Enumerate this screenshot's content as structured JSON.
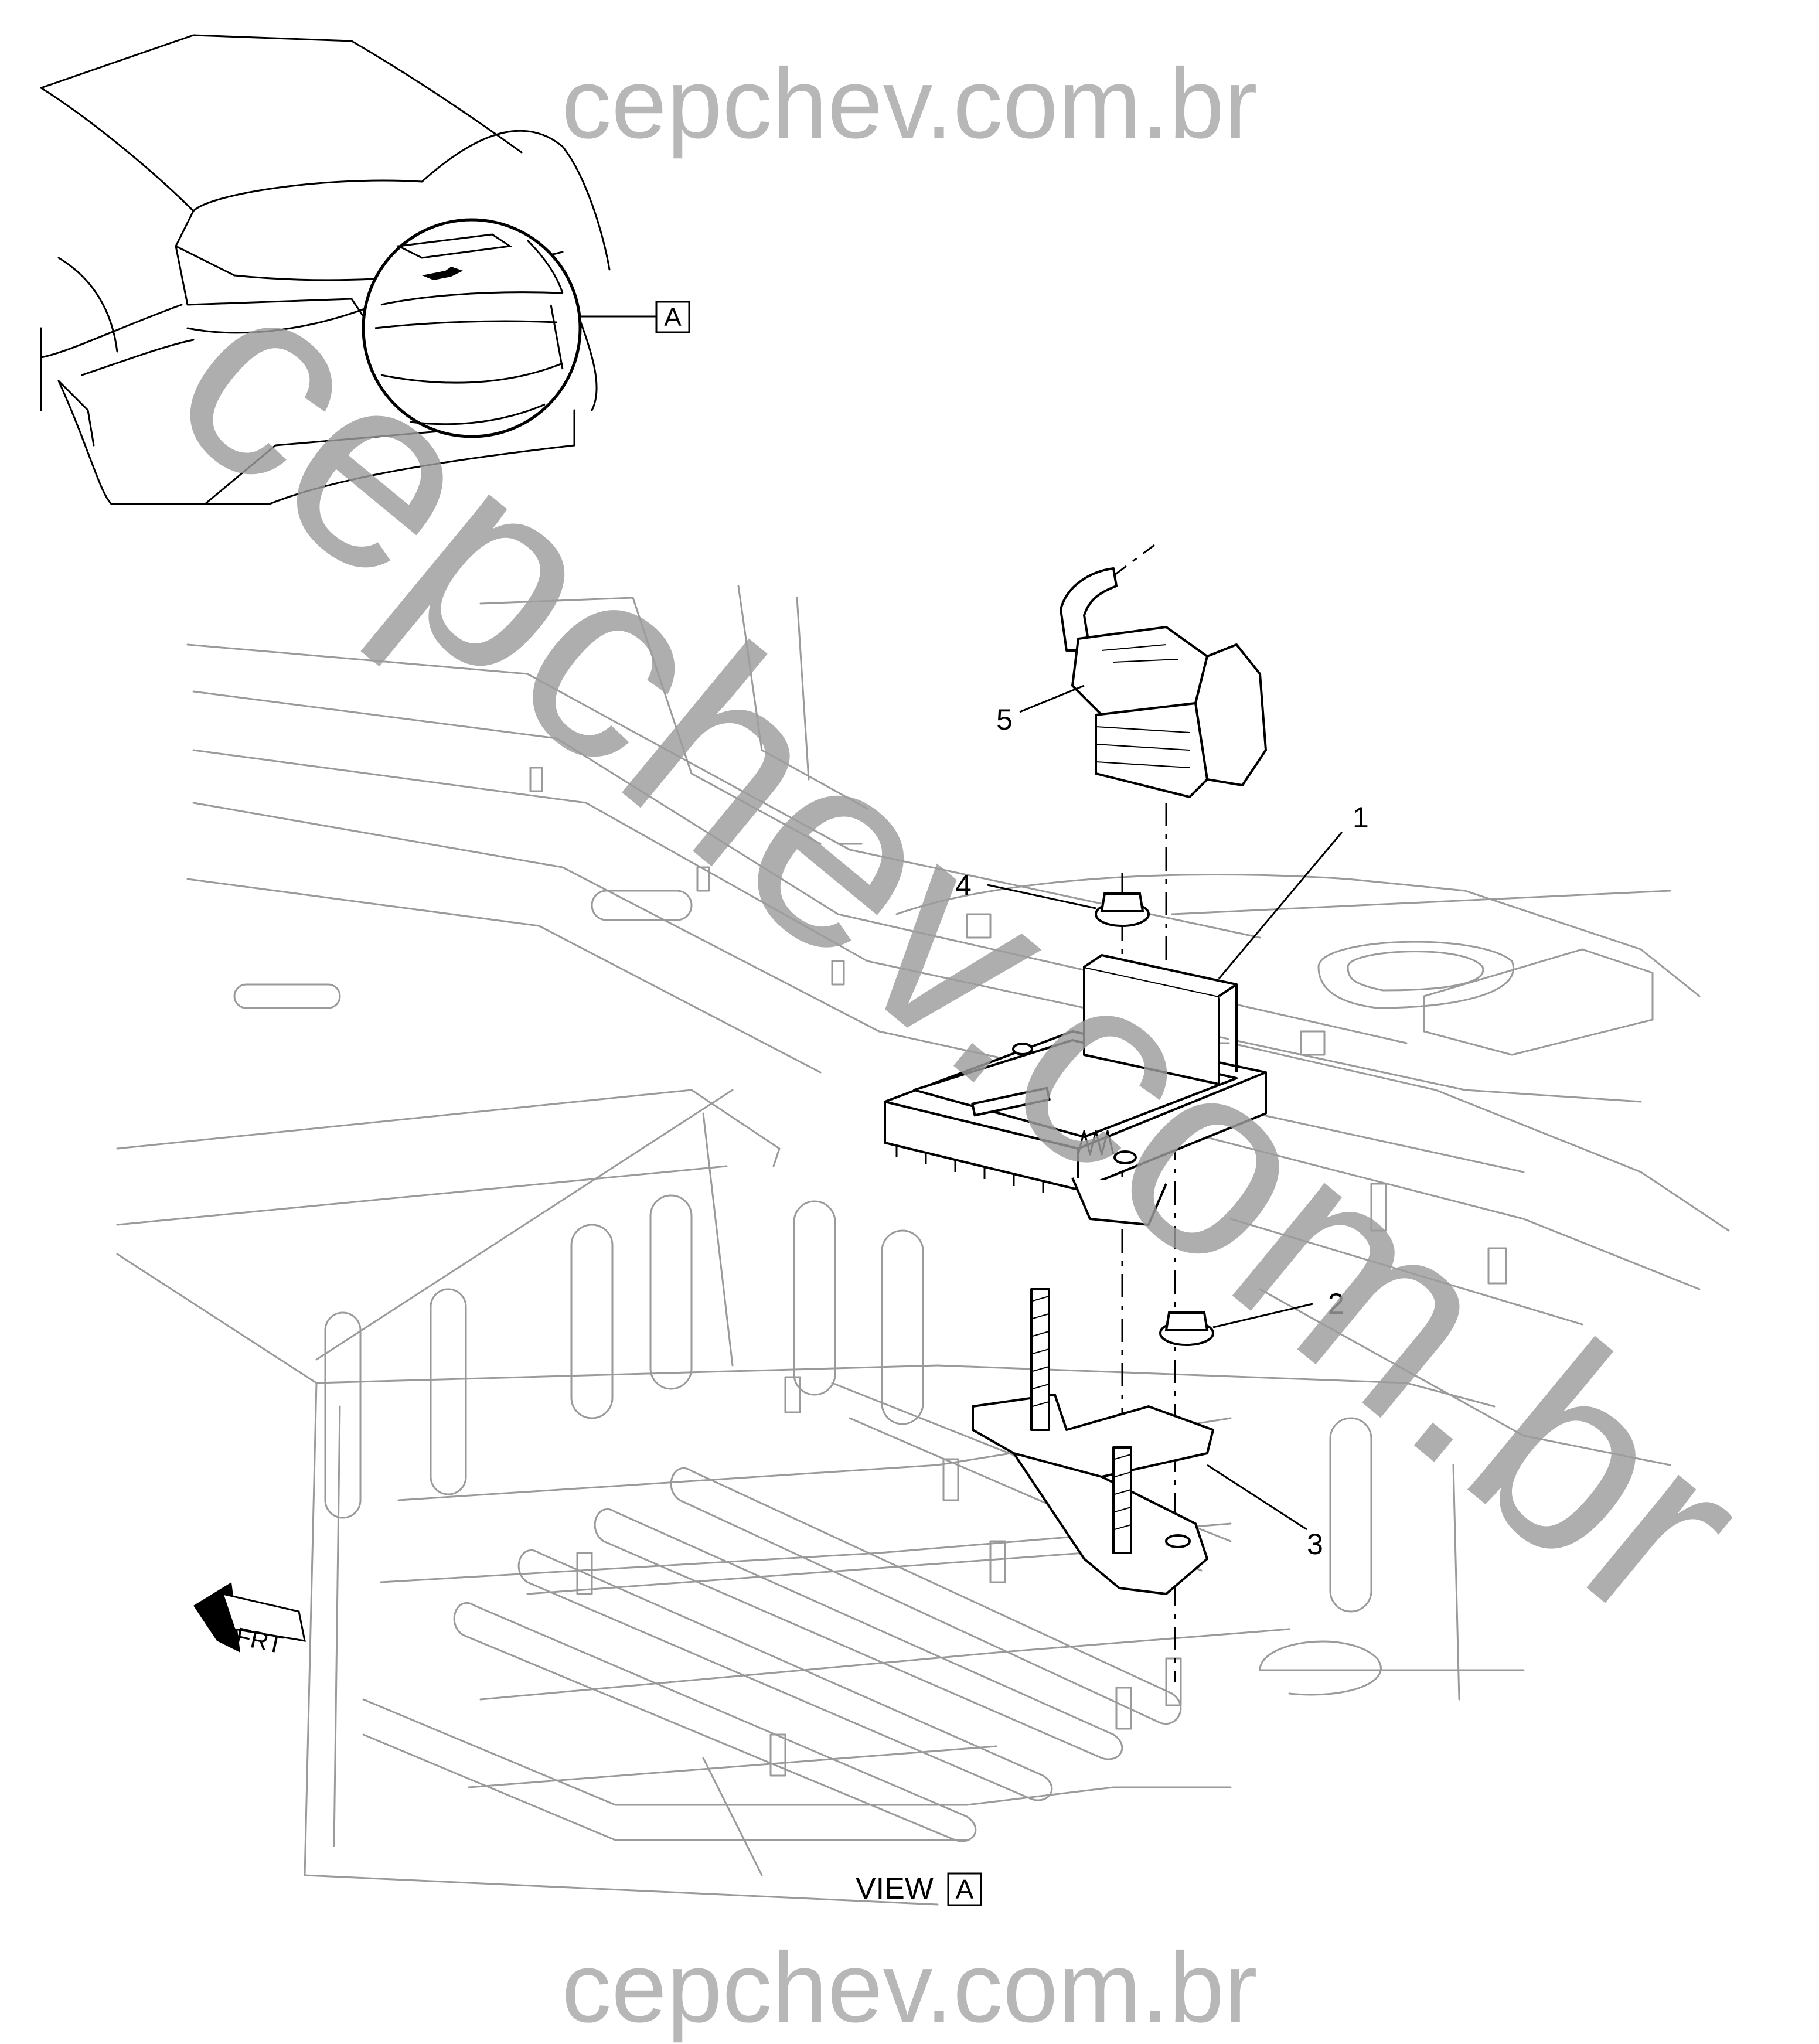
{
  "watermark": {
    "top": "cepchev.com.br",
    "bottom": "cepchev.com.br",
    "diagonal": "cepchev.com.br"
  },
  "view_callout": {
    "box_letter": "A"
  },
  "view_label": {
    "text": "VIEW",
    "box_letter": "A"
  },
  "front_indicator": {
    "text": "FRT"
  },
  "callouts": [
    {
      "number": "1",
      "part": "module"
    },
    {
      "number": "2",
      "part": "nut"
    },
    {
      "number": "3",
      "part": "bracket"
    },
    {
      "number": "4",
      "part": "nut"
    },
    {
      "number": "5",
      "part": "connector"
    }
  ]
}
